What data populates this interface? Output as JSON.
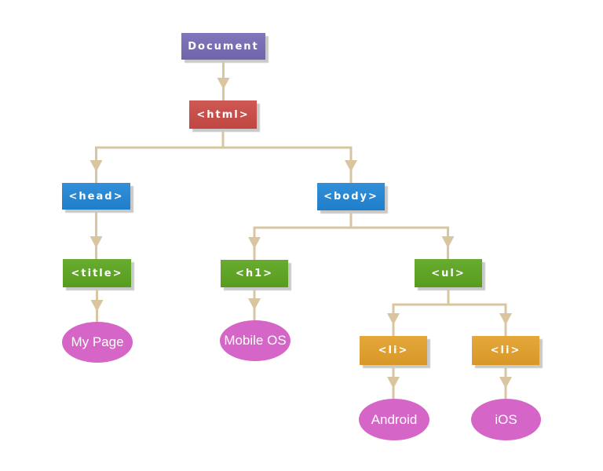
{
  "diagram": {
    "kind": "dom-tree",
    "nodes": [
      {
        "id": "document",
        "label": "Document",
        "shape": "box",
        "color": "#7669b5"
      },
      {
        "id": "html",
        "label": "<html>",
        "shape": "box",
        "color": "#ca4a45"
      },
      {
        "id": "head",
        "label": "<head>",
        "shape": "box",
        "color": "#2185d5"
      },
      {
        "id": "body",
        "label": "<body>",
        "shape": "box",
        "color": "#2185d5"
      },
      {
        "id": "title",
        "label": "<title>",
        "shape": "box",
        "color": "#5ba51e"
      },
      {
        "id": "h1",
        "label": "<h1>",
        "shape": "box",
        "color": "#5ba51e"
      },
      {
        "id": "ul",
        "label": "<ul>",
        "shape": "box",
        "color": "#5ba51e"
      },
      {
        "id": "li1",
        "label": "<li>",
        "shape": "box",
        "color": "#e3a02a"
      },
      {
        "id": "li2",
        "label": "<li>",
        "shape": "box",
        "color": "#e3a02a"
      },
      {
        "id": "my_page",
        "label": "My Page",
        "shape": "ellipse",
        "color": "#d565c7"
      },
      {
        "id": "mobile_os",
        "label": "Mobile OS",
        "shape": "ellipse",
        "color": "#d565c7"
      },
      {
        "id": "android",
        "label": "Android",
        "shape": "ellipse",
        "color": "#d565c7"
      },
      {
        "id": "ios",
        "label": "iOS",
        "shape": "ellipse",
        "color": "#d565c7"
      }
    ],
    "edges": [
      [
        "document",
        "html"
      ],
      [
        "html",
        "head"
      ],
      [
        "html",
        "body"
      ],
      [
        "head",
        "title"
      ],
      [
        "title",
        "my_page"
      ],
      [
        "body",
        "h1"
      ],
      [
        "body",
        "ul"
      ],
      [
        "h1",
        "mobile_os"
      ],
      [
        "ul",
        "li1"
      ],
      [
        "ul",
        "li2"
      ],
      [
        "li1",
        "android"
      ],
      [
        "li2",
        "ios"
      ]
    ],
    "colors": {
      "connector": "#d9c5a0",
      "shadow": "#c9c9c9",
      "text": "#ffffff",
      "background": "#ffffff"
    }
  }
}
